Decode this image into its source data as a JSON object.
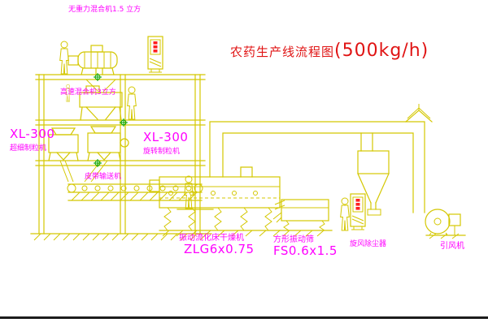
{
  "title": {
    "text": "农药生产线流程图",
    "capacity": "(500kg/h)"
  },
  "labels": {
    "gravity_mixer": "无重力混合机1.5 立方",
    "high_speed_mixer": "高速混合机3立方",
    "granulator_left_model": "XL-300",
    "granulator_left_name": "超细制粒机",
    "granulator_mid_model": "XL-300",
    "granulator_mid_name": "旋转制粒机",
    "belt_conveyor": "皮带输送机",
    "dryer_name": "振动流化床干燥机",
    "dryer_model": "ZLG6x0.75",
    "screen_name": "方形振动筛",
    "screen_model": "FS0.6x1.5",
    "cyclone_name": "旋风除尘器",
    "fan_name": "引风机"
  },
  "colors": {
    "line": "#d4c700",
    "label": "#ff00ff",
    "title": "#e01414",
    "background": "#ffffff",
    "cabinet_mark": "#ff2020",
    "datum_mark": "#00a300"
  }
}
